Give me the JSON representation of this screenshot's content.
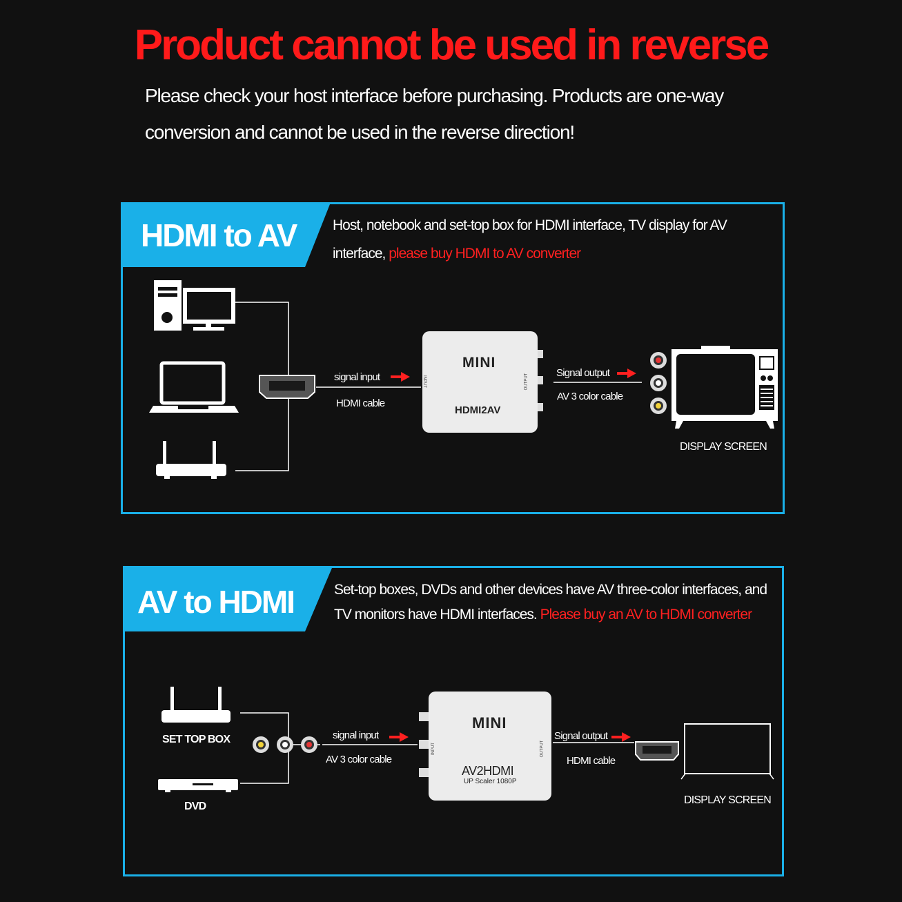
{
  "title": "Product cannot be used in reverse",
  "subtitle": "Please check your host interface before purchasing. Products are one-way conversion and cannot be used in the reverse direction!",
  "colors": {
    "accent": "#1ab0e8",
    "warning": "#ff1a1a",
    "background": "#111111"
  },
  "section1": {
    "tag": "HDMI to AV",
    "desc_text": "Host, notebook and set-top box for HDMI interface, TV display for AV interface,",
    "desc_highlight": " please buy HDMI to AV converter",
    "signal_input": "signal input",
    "input_cable": "HDMI cable",
    "device_brand": "MINI",
    "device_model": "HDMI2AV",
    "device_input": "INPUT",
    "device_output": "OUTPUT",
    "signal_output": "Signal output",
    "output_cable": "AV 3 color cable",
    "display": "DISPLAY SCREEN",
    "icons": [
      "pc-tower-icon",
      "monitor-icon",
      "laptop-icon",
      "router-icon",
      "hdmi-plug-icon",
      "rca-plug-icon",
      "tv-icon",
      "arrow-right-icon"
    ]
  },
  "section2": {
    "tag": "AV to HDMI",
    "desc_text": "Set-top boxes, DVDs and other devices have AV three-color interfaces, and TV monitors have HDMI interfaces.",
    "desc_highlight": " Please buy an AV to HDMI converter",
    "source1": "SET TOP BOX",
    "source2": "DVD",
    "signal_input": "signal input",
    "input_cable": "AV 3 color cable",
    "device_brand": "MINI",
    "device_model": "AV2HDMI",
    "device_sub": "UP Scaler 1080P",
    "device_input": "INPUT",
    "device_output": "OUTPUT",
    "signal_output": "Signal output",
    "output_cable": "HDMI cable",
    "display": "DISPLAY SCREEN",
    "icons": [
      "set-top-box-icon",
      "dvd-player-icon",
      "rca-plug-icon",
      "hdmi-plug-icon",
      "flat-tv-icon",
      "arrow-right-icon"
    ]
  }
}
